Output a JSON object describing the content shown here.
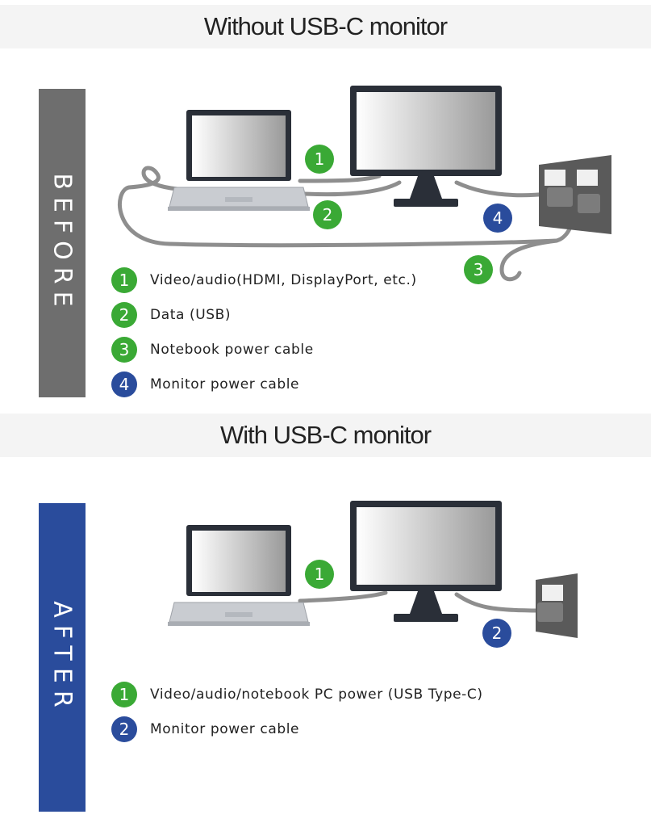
{
  "before": {
    "title": "Without USB-C monitor",
    "side_label": "BEFORE",
    "callouts": [
      "1",
      "2",
      "3",
      "4"
    ],
    "legend": [
      {
        "num": "1",
        "text": "Video/audio(HDMI, DisplayPort, etc.)",
        "color": "green"
      },
      {
        "num": "2",
        "text": "Data (USB)",
        "color": "green"
      },
      {
        "num": "3",
        "text": "Notebook power cable",
        "color": "green"
      },
      {
        "num": "4",
        "text": "Monitor power cable",
        "color": "blue"
      }
    ]
  },
  "after": {
    "title": "With USB-C monitor",
    "side_label": "AFTER",
    "callouts": [
      "1",
      "2"
    ],
    "legend": [
      {
        "num": "1",
        "text": "Video/audio/notebook PC power (USB Type-C)",
        "color": "green"
      },
      {
        "num": "2",
        "text": "Monitor power cable",
        "color": "blue"
      }
    ]
  },
  "colors": {
    "green": "#3aa935",
    "blue": "#2a4c9c",
    "before_bar": "#6e6e6e",
    "after_bar": "#2a4c9c",
    "cable": "#8e8e8e"
  }
}
